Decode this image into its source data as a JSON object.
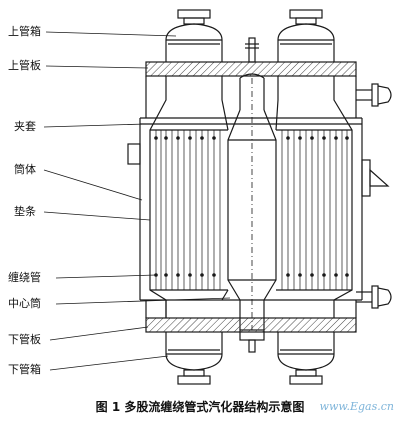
{
  "labels": [
    "上管箱",
    "上管板",
    "夹套",
    "筒体",
    "垫条",
    "缠绕管",
    "中心筒",
    "下管板",
    "下管箱"
  ],
  "caption": "图 1   多股流缠绕管式汽化器结构示意图",
  "watermark": "www.Egas.cn",
  "colors": {
    "line": "#1a1a1a",
    "hatch": "#444444",
    "watermark": "#7fb5da",
    "background": "#ffffff"
  }
}
